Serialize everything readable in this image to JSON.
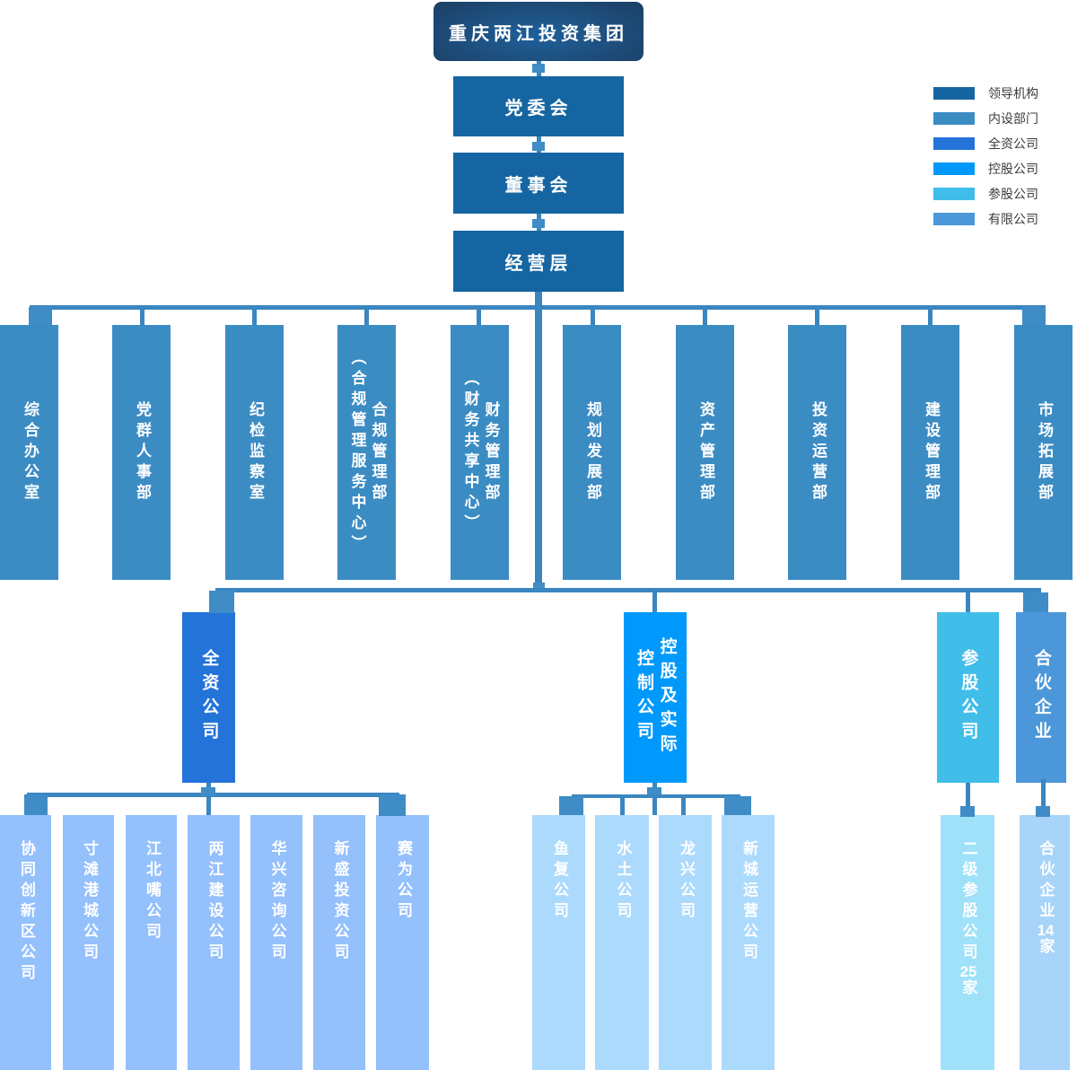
{
  "org": {
    "root": "重庆两江投资集团",
    "governance": [
      "党委会",
      "董事会",
      "经营层"
    ],
    "departments": [
      "综合办公室",
      "党群人事部",
      "纪检监察室",
      "合规管理部\n（合规管理服务中心）",
      "财务管理部\n（财务共享中心）",
      "规划发展部",
      "资产管理部",
      "投资运营部",
      "建设管理部",
      "市场拓展部"
    ],
    "categories": [
      {
        "label": "全资公司",
        "color": "#2373d9"
      },
      {
        "label": "控股及实际\n控制公司",
        "color": "#0099fb"
      },
      {
        "label": "参股公司",
        "color": "#41bde9"
      },
      {
        "label": "合伙企业",
        "color": "#4b97d9"
      }
    ],
    "wholly_owned": [
      "协同创新区公司",
      "寸滩港城公司",
      "江北嘴公司",
      "两江建设公司",
      "华兴咨询公司",
      "新盛投资公司",
      "赛为公司"
    ],
    "holding": [
      "鱼复公司",
      "水土公司",
      "龙兴公司",
      "新城运营公司"
    ],
    "equity": [
      "二级参股公司25家"
    ],
    "partnership": [
      "合伙企业14家"
    ]
  },
  "legend": {
    "items": [
      {
        "label": "领导机构",
        "color": "#1565a2"
      },
      {
        "label": "内设部门",
        "color": "#3c8cc4"
      },
      {
        "label": "全资公司",
        "color": "#2373d9"
      },
      {
        "label": "控股公司",
        "color": "#0099fb"
      },
      {
        "label": "参股公司",
        "color": "#41bde9"
      },
      {
        "label": "有限公司",
        "color": "#4b97d9"
      }
    ]
  },
  "colors": {
    "root_inner": "#1f609a",
    "root_outer": "#1c4066",
    "leadership": "#1565a2",
    "department": "#3c8cc4",
    "wholly_child": "#94c0fc",
    "holding_child": "#acdafc",
    "equity_child": "#9ee1f9",
    "partnership_child": "#a8d4f9",
    "connector_line": "#3a86c1",
    "connector_square": "#3f8cc6"
  }
}
